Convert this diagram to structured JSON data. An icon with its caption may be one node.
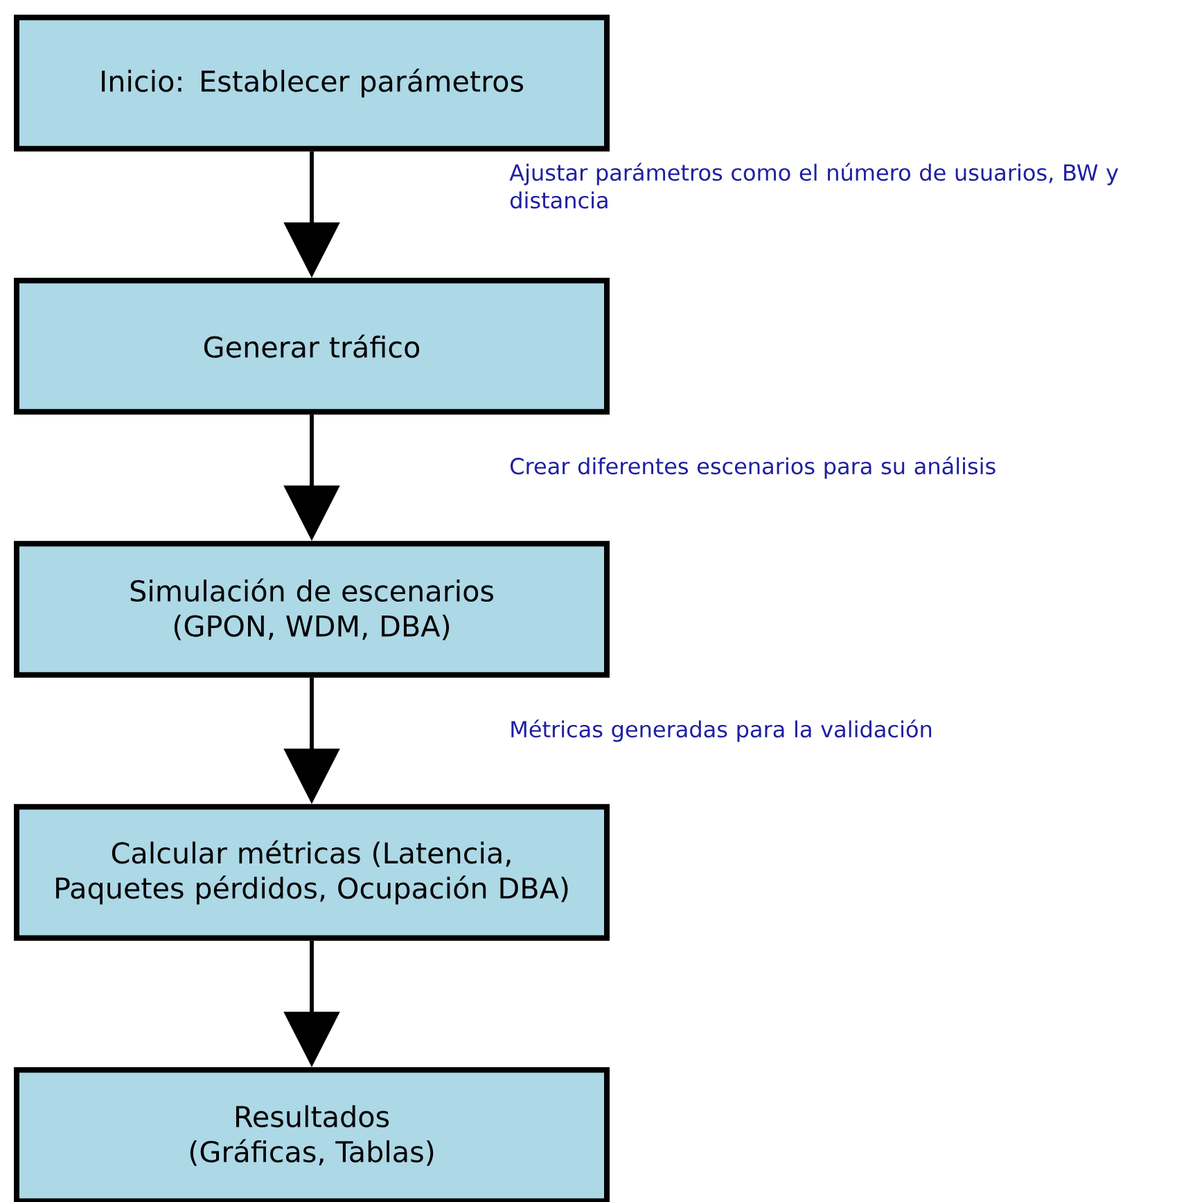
{
  "diagram": {
    "nodes": [
      {
        "text": [
          "Inicio: Establecer parámetros"
        ]
      },
      {
        "text": [
          "Generar tráfico"
        ]
      },
      {
        "text": [
          "Simulación de escenarios (GPON, WDM, DBA)"
        ]
      },
      {
        "text": [
          "Calcular métricas (Latencia, Paquetes pérdidos, Ocupación DBA)"
        ]
      },
      {
        "text": [
          "Resultados (Gráficas, Tablas)"
        ]
      }
    ],
    "edges": [
      {
        "from": 0,
        "to": 1,
        "arrow": "to"
      },
      {
        "from": 1,
        "to": 2,
        "arrow": "to"
      },
      {
        "from": 2,
        "to": 3,
        "arrow": "to"
      },
      {
        "from": 3,
        "to": 4,
        "arrow": "to"
      }
    ],
    "labels": [
      "Ajustar parámetros como el número de usuarios, BW y distancia",
      "Crear diferentes escenarios para su análisis",
      "Métricas generadas para la validación"
    ]
  }
}
